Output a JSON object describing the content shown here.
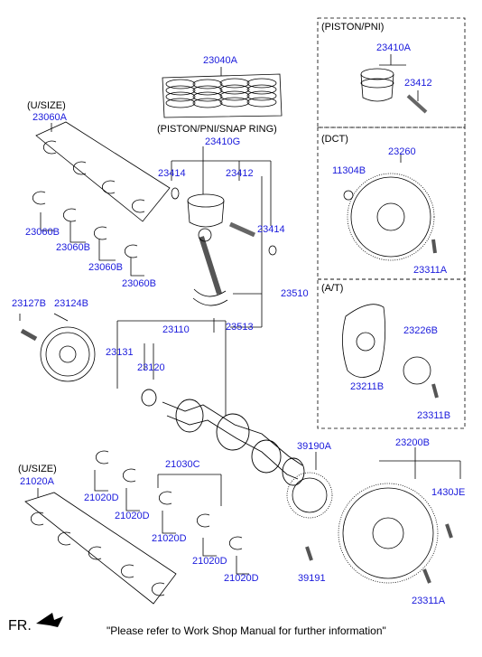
{
  "sections": {
    "piston_pni": "(PISTON/PNI)",
    "piston_snap": "(PISTON/PNI/SNAP RING)",
    "dct": "(DCT)",
    "at": "(A/T)",
    "usize_upper": "(U/SIZE)",
    "usize_lower": "(U/SIZE)"
  },
  "parts": {
    "p23040A": "23040A",
    "p23410A": "23410A",
    "p23412_top": "23412",
    "p23060A": "23060A",
    "p23410G": "23410G",
    "p23414_left": "23414",
    "p23412_mid": "23412",
    "p23414_right": "23414",
    "p23060B_1": "23060B",
    "p23060B_2": "23060B",
    "p23060B_3": "23060B",
    "p23060B_4": "23060B",
    "p23260": "23260",
    "p11304B": "11304B",
    "p23311A_dct": "23311A",
    "p23127B": "23127B",
    "p23124B": "23124B",
    "p23510": "23510",
    "p23513": "23513",
    "p23110": "23110",
    "p23131": "23131",
    "p23120": "23120",
    "p23226B": "23226B",
    "p23211B": "23211B",
    "p23311B": "23311B",
    "p39190A": "39190A",
    "p23200B": "23200B",
    "p21030C": "21030C",
    "p1430JE": "1430JE",
    "p21020A": "21020A",
    "p21020D_1": "21020D",
    "p21020D_2": "21020D",
    "p21020D_3": "21020D",
    "p21020D_4": "21020D",
    "p21020D_5": "21020D",
    "p39191": "39191",
    "p23311A_bottom": "23311A"
  },
  "footer": {
    "direction": "FR.",
    "note": "\"Please refer to Work Shop Manual for further information\""
  }
}
